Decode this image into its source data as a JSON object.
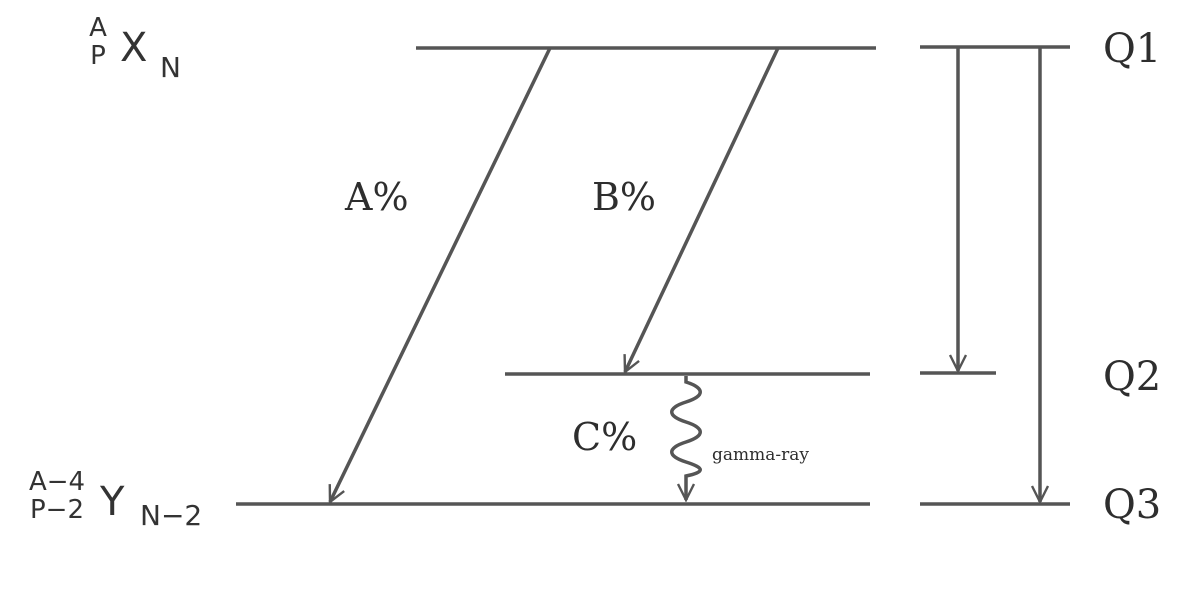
{
  "parent": {
    "mass": "A",
    "atomic": "P",
    "symbol": "X",
    "neutron": "N"
  },
  "daughter": {
    "mass": "A−4",
    "atomic": "P−2",
    "symbol": "Y",
    "neutron": "N−2"
  },
  "branches": {
    "a": "A%",
    "b": "B%",
    "c": "C%"
  },
  "gamma_label": "gamma-ray",
  "levels": {
    "q1": "Q1",
    "q2": "Q2",
    "q3": "Q3"
  },
  "colors": {
    "line": "#555555",
    "text": "#2e2e2e"
  }
}
